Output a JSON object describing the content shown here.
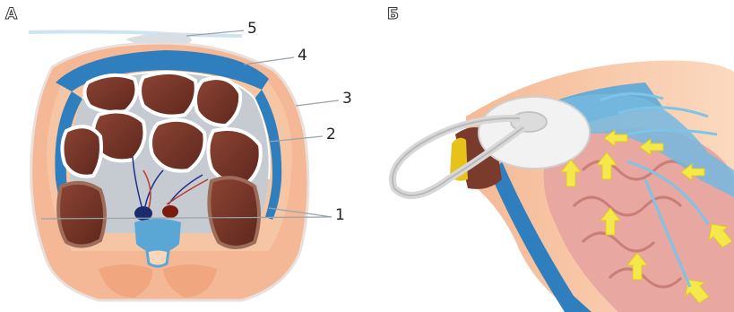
{
  "panels": {
    "a": "А",
    "b": "Б"
  },
  "callouts": [
    "5",
    "4",
    "3",
    "2",
    "1"
  ],
  "colors": {
    "skin": "#f7c9a0",
    "muscle": "#f2aa80",
    "fat_blue": "#3f8cc8",
    "cavity_grey": "#c9ced3",
    "organ": "#7a3a2c",
    "arrow_yellow": "#f4e84a",
    "arrow_blue": "#7ec4e6"
  },
  "icons": [
    "arrow-icon"
  ]
}
